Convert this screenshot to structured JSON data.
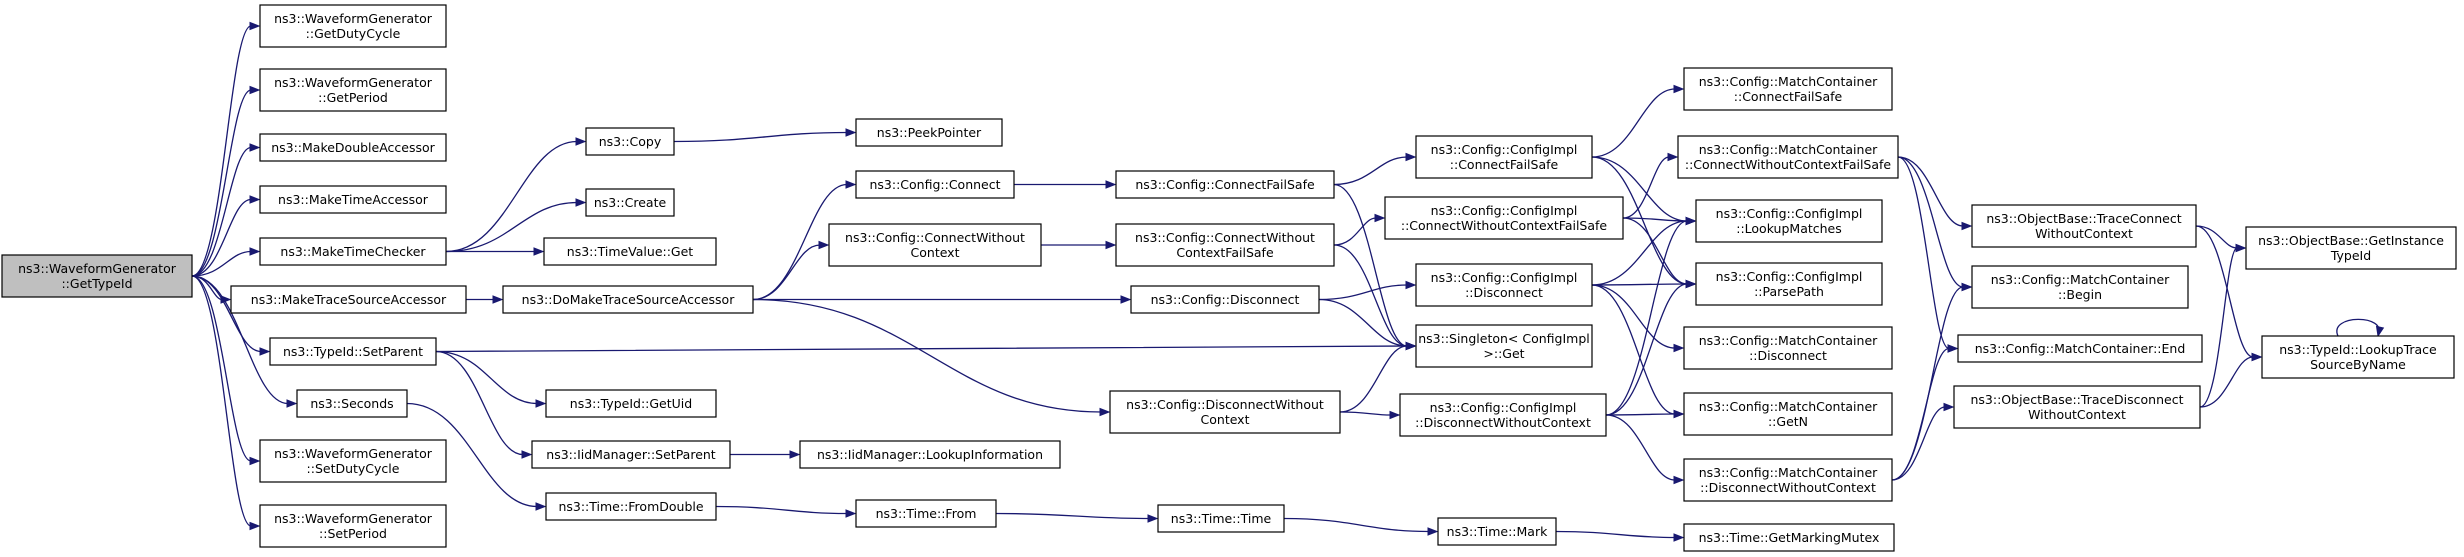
{
  "graph": {
    "nodes": {
      "root": [
        "ns3::WaveformGenerator",
        "::GetTypeId"
      ],
      "getDutyCycle": [
        "ns3::WaveformGenerator",
        "::GetDutyCycle"
      ],
      "getPeriod": [
        "ns3::WaveformGenerator",
        "::GetPeriod"
      ],
      "makeDoubleAccessor": [
        "ns3::MakeDoubleAccessor"
      ],
      "makeTimeAccessor": [
        "ns3::MakeTimeAccessor"
      ],
      "makeTimeChecker": [
        "ns3::MakeTimeChecker"
      ],
      "makeTraceSourceAccessor": [
        "ns3::MakeTraceSourceAccessor"
      ],
      "typeIdSetParent": [
        "ns3::TypeId::SetParent"
      ],
      "seconds": [
        "ns3::Seconds"
      ],
      "setDutyCycle": [
        "ns3::WaveformGenerator",
        "::SetDutyCycle"
      ],
      "setPeriod": [
        "ns3::WaveformGenerator",
        "::SetPeriod"
      ],
      "copy": [
        "ns3::Copy"
      ],
      "create": [
        "ns3::Create"
      ],
      "timeValueGet": [
        "ns3::TimeValue::Get"
      ],
      "peekPointer": [
        "ns3::PeekPointer"
      ],
      "doMakeTraceSourceAccessor": [
        "ns3::DoMakeTraceSourceAccessor"
      ],
      "typeIdGetUid": [
        "ns3::TypeId::GetUid"
      ],
      "iidSetParent": [
        "ns3::IidManager::SetParent"
      ],
      "iidLookupInformation": [
        "ns3::IidManager::LookupInformation"
      ],
      "timeFromDouble": [
        "ns3::Time::FromDouble"
      ],
      "timeFrom": [
        "ns3::Time::From"
      ],
      "timeTime": [
        "ns3::Time::Time"
      ],
      "timeMark": [
        "ns3::Time::Mark"
      ],
      "timeGetMarkingMutex": [
        "ns3::Time::GetMarkingMutex"
      ],
      "configConnect": [
        "ns3::Config::Connect"
      ],
      "configConnectWithoutContext": [
        "ns3::Config::ConnectWithout",
        "Context"
      ],
      "configDisconnectWithoutContext": [
        "ns3::Config::DisconnectWithout",
        "Context"
      ],
      "configConnectFailSafe": [
        "ns3::Config::ConnectFailSafe"
      ],
      "configConnectWithoutContextFailSafe": [
        "ns3::Config::ConnectWithout",
        "ContextFailSafe"
      ],
      "configDisconnect": [
        "ns3::Config::Disconnect"
      ],
      "implConnectFailSafe": [
        "ns3::Config::ConfigImpl",
        "::ConnectFailSafe"
      ],
      "implConnectWithoutContextFailSafe": [
        "ns3::Config::ConfigImpl",
        "::ConnectWithoutContextFailSafe"
      ],
      "implDisconnect": [
        "ns3::Config::ConfigImpl",
        "::Disconnect"
      ],
      "singletonGet": [
        "ns3::Singleton< ConfigImpl",
        ">::Get"
      ],
      "implDisconnectWithoutContext": [
        "ns3::Config::ConfigImpl",
        "::DisconnectWithoutContext"
      ],
      "mcConnectFailSafe": [
        "ns3::Config::MatchContainer",
        "::ConnectFailSafe"
      ],
      "mcConnectWithoutContextFailSafe": [
        "ns3::Config::MatchContainer",
        "::ConnectWithoutContextFailSafe"
      ],
      "implLookupMatches": [
        "ns3::Config::ConfigImpl",
        "::LookupMatches"
      ],
      "implParsePath": [
        "ns3::Config::ConfigImpl",
        "::ParsePath"
      ],
      "mcDisconnect": [
        "ns3::Config::MatchContainer",
        "::Disconnect"
      ],
      "mcGetN": [
        "ns3::Config::MatchContainer",
        "::GetN"
      ],
      "mcDisconnectWithoutContext": [
        "ns3::Config::MatchContainer",
        "::DisconnectWithoutContext"
      ],
      "obTraceConnectWithoutContext": [
        "ns3::ObjectBase::TraceConnect",
        "WithoutContext"
      ],
      "mcBegin": [
        "ns3::Config::MatchContainer",
        "::Begin"
      ],
      "mcEnd": [
        "ns3::Config::MatchContainer::End"
      ],
      "obTraceDisconnectWithoutContext": [
        "ns3::ObjectBase::TraceDisconnect",
        "WithoutContext"
      ],
      "obGetInstanceTypeId": [
        "ns3::ObjectBase::GetInstance",
        "TypeId"
      ],
      "typeIdLookupTraceSourceByName": [
        "ns3::TypeId::LookupTrace",
        "SourceByName"
      ]
    }
  }
}
